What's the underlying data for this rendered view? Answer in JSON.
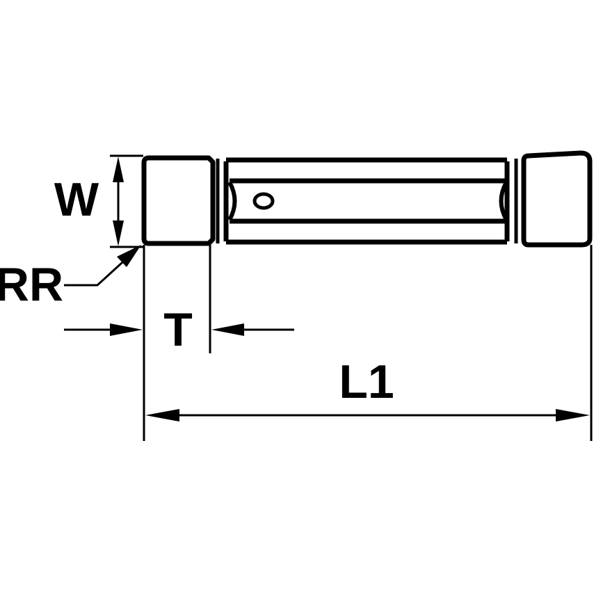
{
  "diagram": {
    "labels": {
      "width": "W",
      "corner_radius": "RR",
      "thickness": "T",
      "length": "L1"
    },
    "colors": {
      "line": "#000000",
      "background": "#ffffff"
    }
  }
}
